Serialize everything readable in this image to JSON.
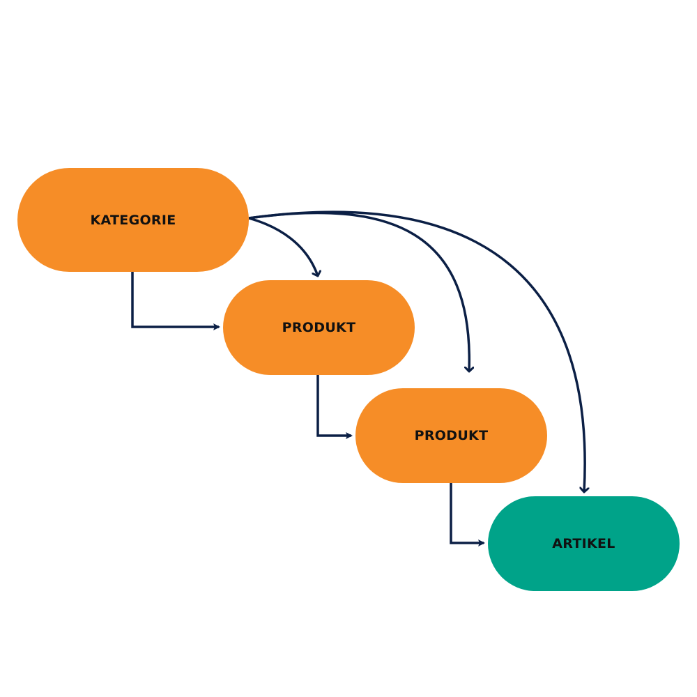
{
  "diagram": {
    "type": "hierarchy-flow",
    "colors": {
      "intermediate": "#f68d27",
      "leaf": "#00a389",
      "connector": "#0b1f45",
      "label": "#111111"
    },
    "nodes": [
      {
        "id": "kategorie",
        "label": "KATEGORIE",
        "kind": "intermediate"
      },
      {
        "id": "produkt1",
        "label": "PRODUKT",
        "kind": "intermediate"
      },
      {
        "id": "produkt2",
        "label": "PRODUKT",
        "kind": "intermediate"
      },
      {
        "id": "artikel",
        "label": "ARTIKEL",
        "kind": "leaf"
      }
    ],
    "edges": [
      {
        "from": "kategorie",
        "to": "produkt1",
        "style": "elbow"
      },
      {
        "from": "produkt1",
        "to": "produkt2",
        "style": "elbow"
      },
      {
        "from": "produkt2",
        "to": "artikel",
        "style": "elbow"
      },
      {
        "from": "kategorie",
        "to": "produkt1",
        "style": "curved"
      },
      {
        "from": "kategorie",
        "to": "produkt2",
        "style": "curved"
      },
      {
        "from": "kategorie",
        "to": "artikel",
        "style": "curved"
      }
    ]
  }
}
